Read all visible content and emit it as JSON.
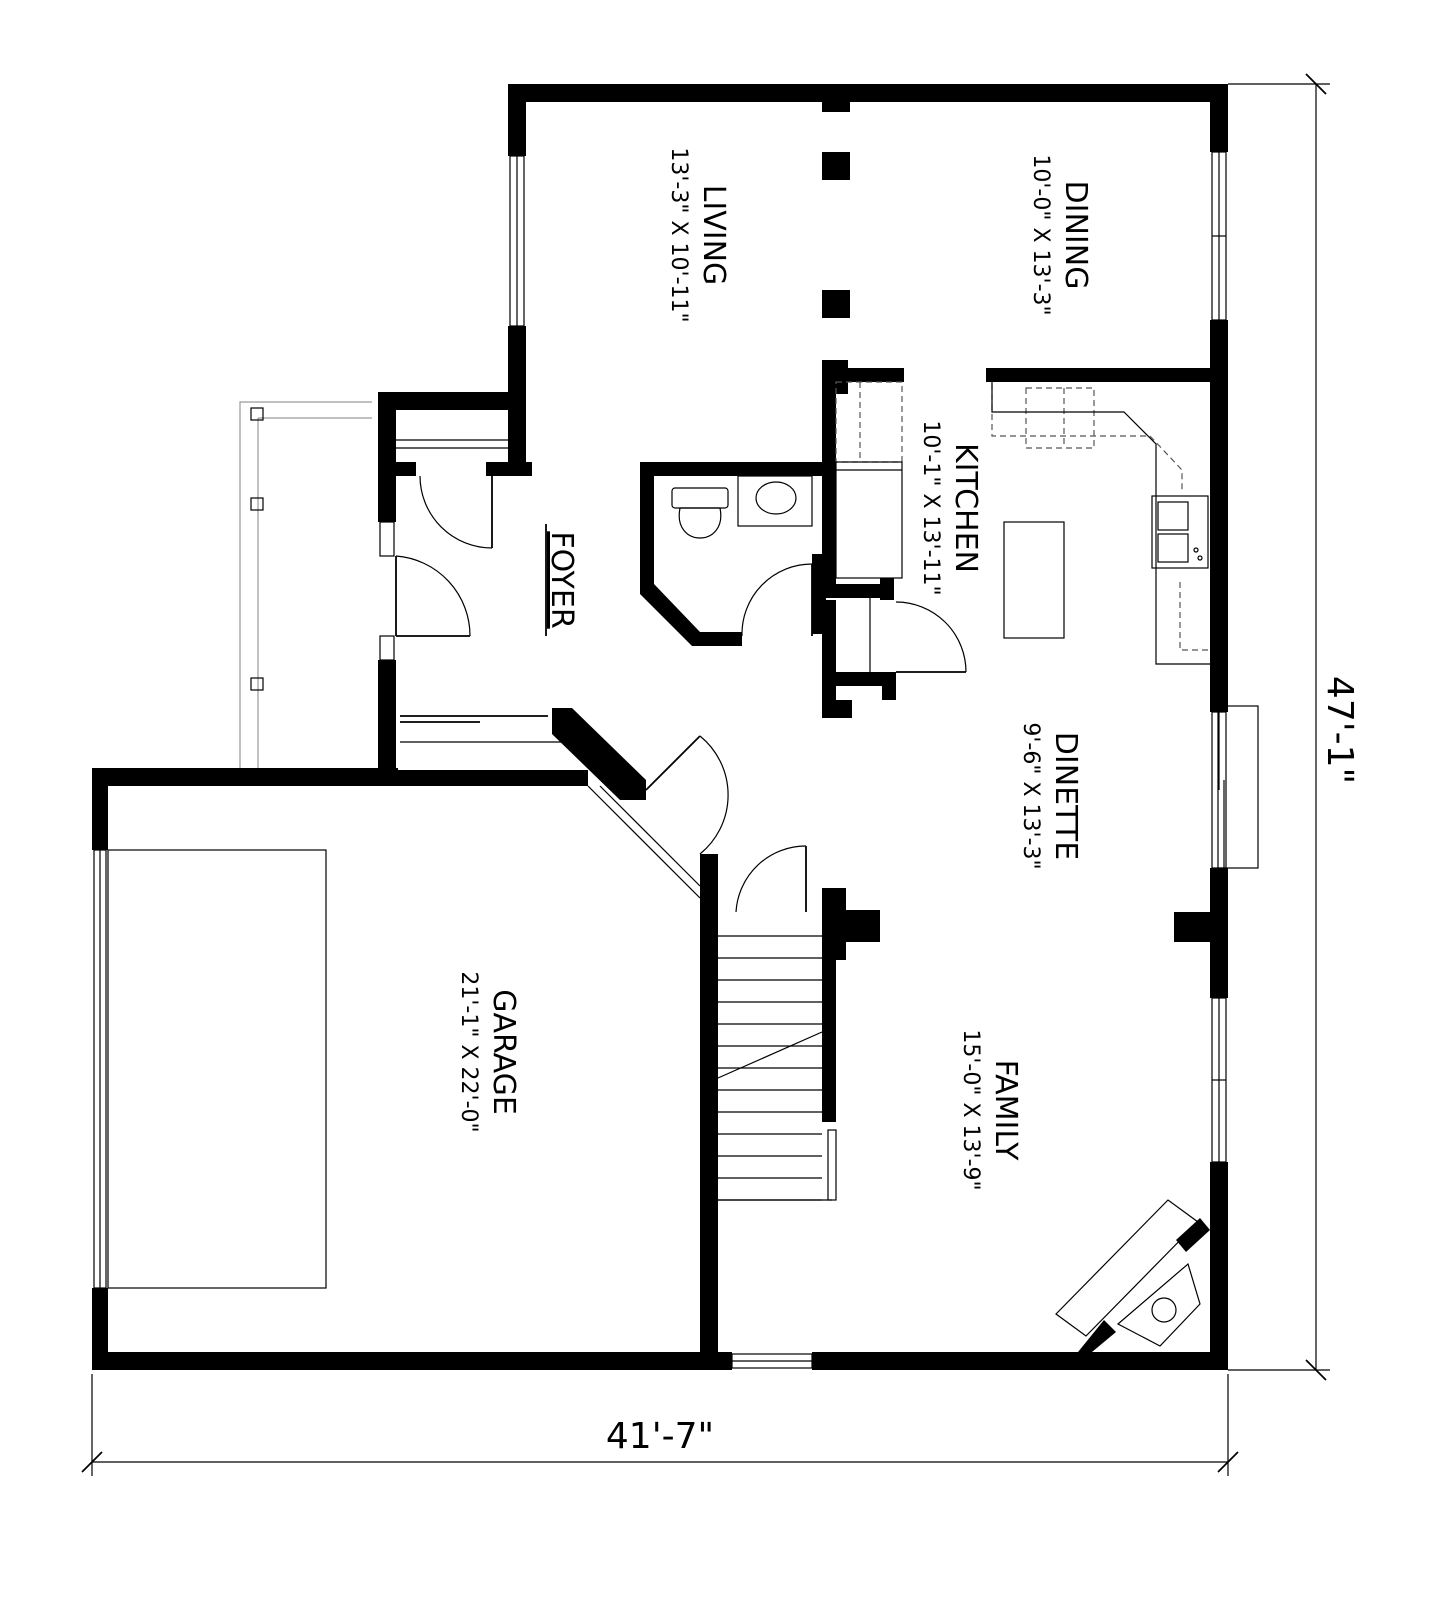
{
  "rooms": {
    "living": {
      "name": "LIVING",
      "dims": "13'-3\" X 10'-11\""
    },
    "dining": {
      "name": "DINING",
      "dims": "10'-0\" X 13'-3\""
    },
    "kitchen": {
      "name": "KITCHEN",
      "dims": "10'-1\" X 13'-11\""
    },
    "foyer": {
      "name": "FOYER"
    },
    "dinette": {
      "name": "DINETTE",
      "dims": "9'-6\" X 13'-3\""
    },
    "family": {
      "name": "FAMILY",
      "dims": "15'-0\" X 13'-9\""
    },
    "garage": {
      "name": "GARAGE",
      "dims": "21'-1\" X 22'-0\""
    }
  },
  "dimensions": {
    "overall_width": "41'-7\"",
    "overall_depth": "47'-1\""
  }
}
